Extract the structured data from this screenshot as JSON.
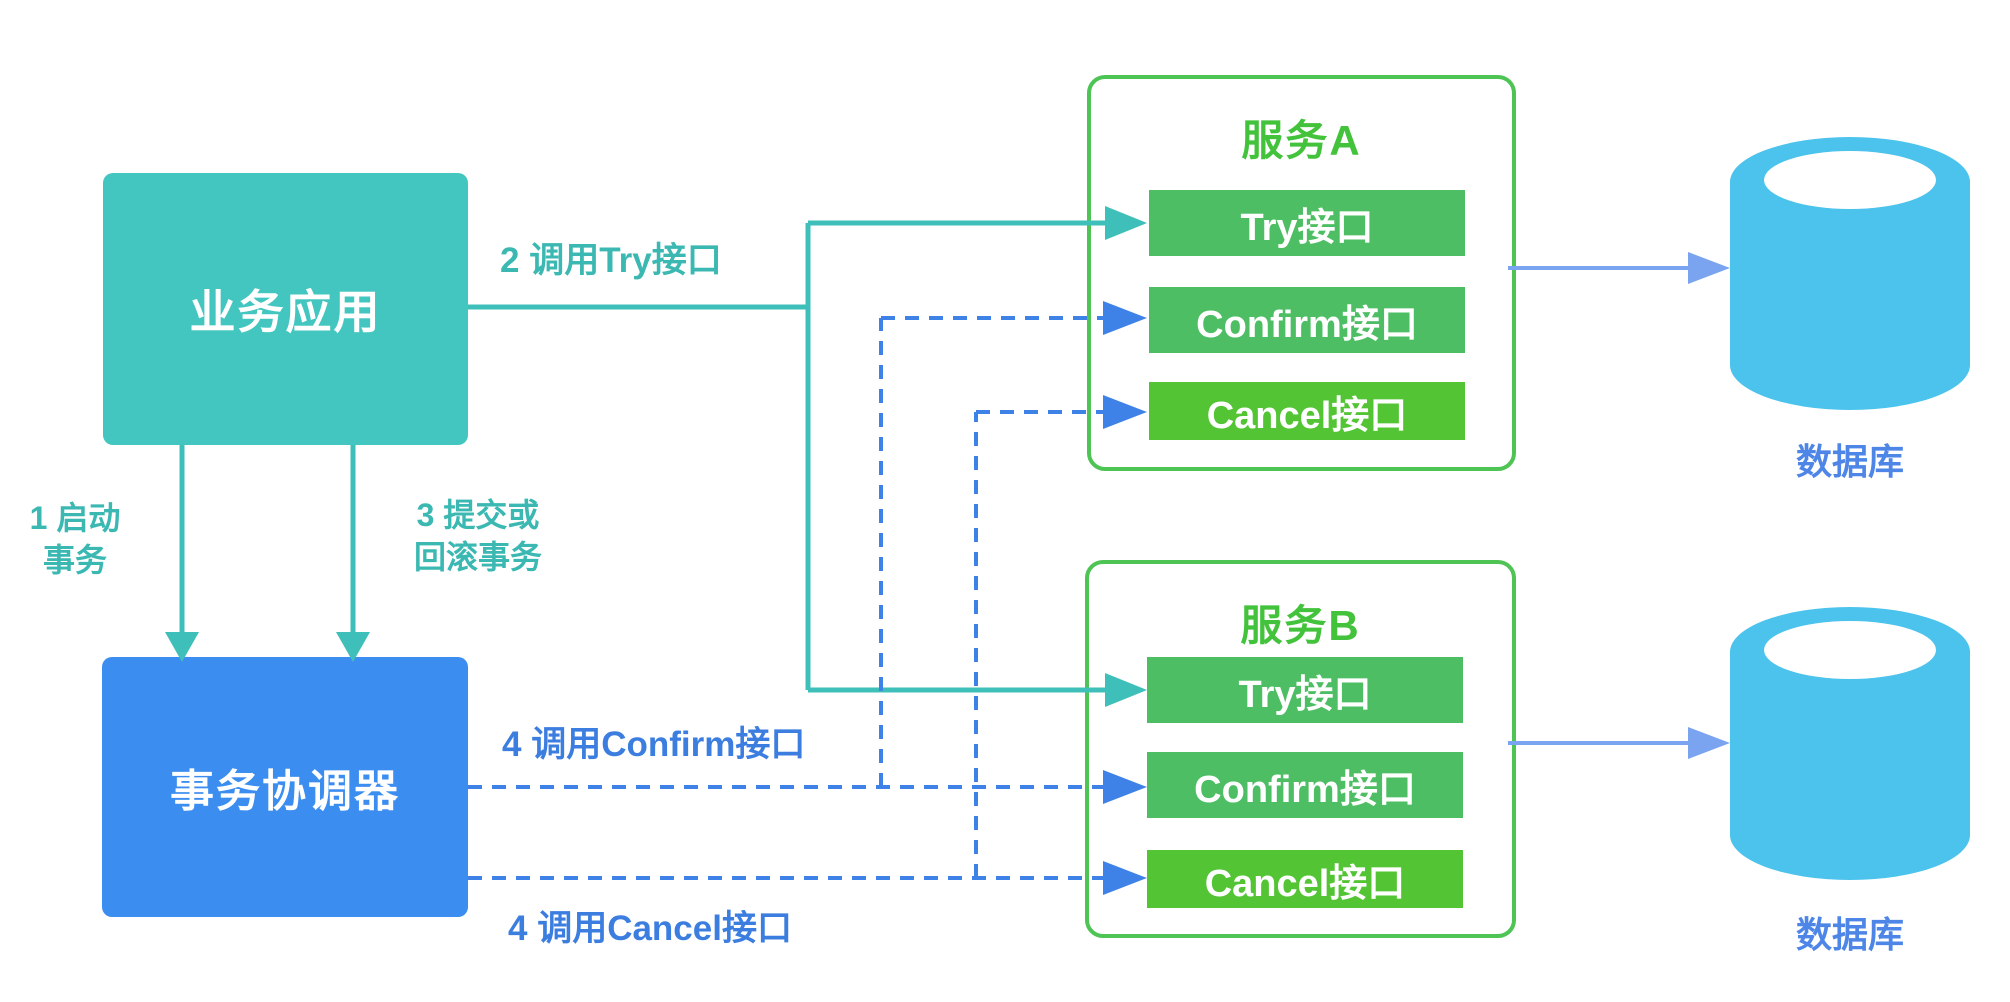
{
  "diagram": {
    "app_box": {
      "label": "业务应用"
    },
    "coordinator_box": {
      "label": "事务协调器"
    },
    "services": {
      "a": {
        "title": "服务A",
        "try": "Try接口",
        "confirm": "Confirm接口",
        "cancel": "Cancel接口"
      },
      "b": {
        "title": "服务B",
        "try": "Try接口",
        "confirm": "Confirm接口",
        "cancel": "Cancel接口"
      }
    },
    "databases": {
      "a": {
        "label": "数据库"
      },
      "b": {
        "label": "数据库"
      }
    },
    "edge_labels": {
      "start_line1": "1 启动",
      "start_line2": "事务",
      "call_try": "2 调用Try接口",
      "commit_line1": "3 提交或",
      "commit_line2": "回滚事务",
      "call_confirm": "4 调用Confirm接口",
      "call_cancel": "4 调用Cancel接口"
    },
    "colors": {
      "teal": "#44C6C0",
      "teal_line": "#3FBFBA",
      "teal_text": "#3BB8B2",
      "blue_box": "#3B8DF0",
      "blue_line": "#3E82E8",
      "blue_text": "#3C7EE0",
      "green_border": "#4DC453",
      "green_title": "#43C23B",
      "green_bar": "#4DBE63",
      "green_bar_bright": "#53C433",
      "db_fill": "#4CC3EC",
      "db_arrow": "#7AA4F0",
      "db_label": "#4E86E8"
    }
  }
}
